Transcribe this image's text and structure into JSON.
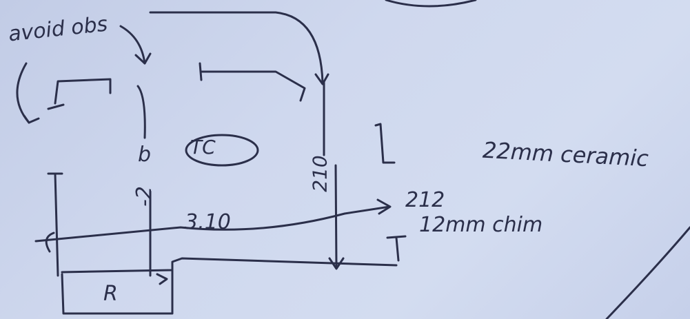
{
  "labels": {
    "avoid_obs": "avoid obs",
    "tc": "TC",
    "b": "b",
    "val_a": "-2",
    "val_b": "210",
    "dim_310": "3.10",
    "dim_212": "212",
    "ceramic": "22mm ceramic",
    "chim": "12mm chim",
    "r": "R"
  }
}
